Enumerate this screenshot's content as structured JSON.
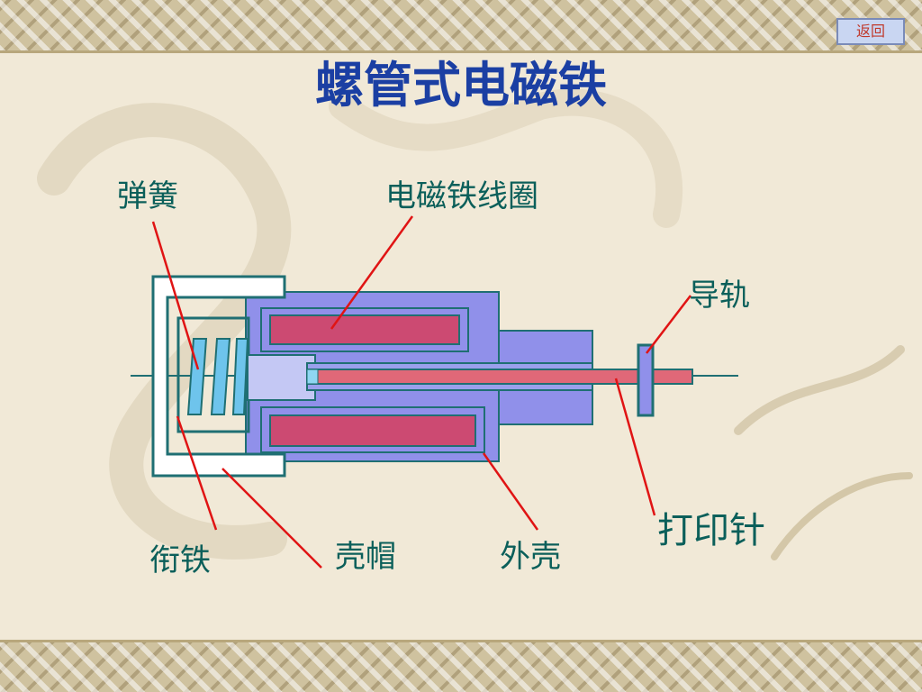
{
  "slide": {
    "title": "螺管式电磁铁",
    "back_label": "返回"
  },
  "labels": {
    "spring": "弹簧",
    "coil": "电磁铁线圈",
    "guide_rail": "导轨",
    "print_needle": "打印针",
    "armature": "衔铁",
    "cap": "壳帽",
    "housing": "外壳"
  },
  "colors": {
    "title": "#1b3fa3",
    "label": "#0b5f5a",
    "leader_line": "#e01414",
    "body_fill": "#9090ea",
    "body_stroke": "#1f6f73",
    "coil_fill": "#cc4a72",
    "spring_fill": "#6ec4ec",
    "armature_fill": "#c4c8f4",
    "needle_fill": "#e06878"
  }
}
